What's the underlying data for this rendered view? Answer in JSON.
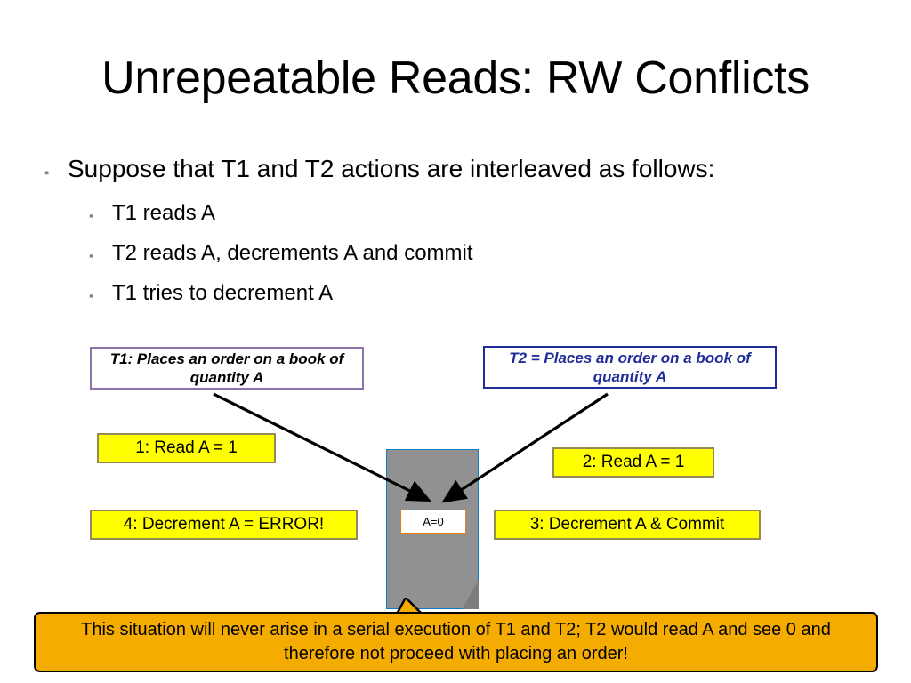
{
  "slide": {
    "title": "Unrepeatable Reads: RW Conflicts",
    "bullets": [
      {
        "level": 1,
        "marker": "▪",
        "text": "Suppose that T1 and T2 actions are interleaved as follows:"
      },
      {
        "level": 2,
        "marker": "▪",
        "text": "T1 reads A"
      },
      {
        "level": 2,
        "marker": "▪",
        "text": "T2 reads A, decrements A and commit"
      },
      {
        "level": 2,
        "marker": "▪",
        "text": "T1 tries to decrement A"
      }
    ],
    "diagram": {
      "t1_box": "T1: Places an order on a book of quantity A",
      "t2_box": "T2 = Places an order on a book of quantity A",
      "steps": [
        "1: Read A = 1",
        "2: Read A = 1",
        "3: Decrement A & Commit",
        "4: Decrement A = ERROR!"
      ],
      "data_value": "A=0"
    },
    "callout": "This situation will never arise in a serial execution of T1 and T2; T2 would read A and see 0 and therefore not proceed with placing an order!",
    "colors": {
      "t1_border": "#8b72a8",
      "t2_border": "#1f2c99",
      "step_fill": "#ffff00",
      "step_border": "#948a54",
      "callout_fill": "#f5ac00",
      "doc_fill": "#919191",
      "doc_border": "#0f7ec4",
      "value_border": "#e2801e"
    }
  }
}
